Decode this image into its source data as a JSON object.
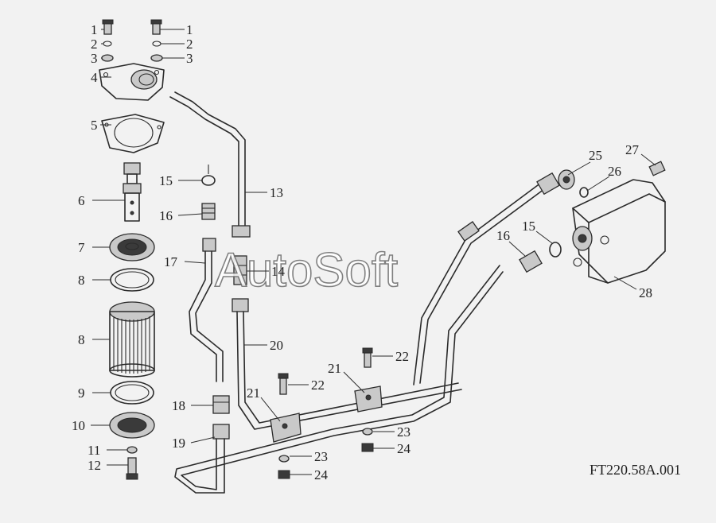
{
  "drawing_code": "FT220.58A.001",
  "watermark": "AutoSoft",
  "callouts": [
    {
      "id": "c1a",
      "text": "1"
    },
    {
      "id": "c1b",
      "text": "1"
    },
    {
      "id": "c2a",
      "text": "2"
    },
    {
      "id": "c2b",
      "text": "2"
    },
    {
      "id": "c3a",
      "text": "3"
    },
    {
      "id": "c3b",
      "text": "3"
    },
    {
      "id": "c4",
      "text": "4"
    },
    {
      "id": "c5",
      "text": "5"
    },
    {
      "id": "c6",
      "text": "6"
    },
    {
      "id": "c7",
      "text": "7"
    },
    {
      "id": "c8a",
      "text": "8"
    },
    {
      "id": "c8b",
      "text": "8"
    },
    {
      "id": "c9",
      "text": "9"
    },
    {
      "id": "c10",
      "text": "10"
    },
    {
      "id": "c11",
      "text": "11"
    },
    {
      "id": "c12",
      "text": "12"
    },
    {
      "id": "c13",
      "text": "13"
    },
    {
      "id": "c14",
      "text": "14"
    },
    {
      "id": "c15a",
      "text": "15"
    },
    {
      "id": "c15b",
      "text": "15"
    },
    {
      "id": "c16a",
      "text": "16"
    },
    {
      "id": "c16b",
      "text": "16"
    },
    {
      "id": "c17",
      "text": "17"
    },
    {
      "id": "c18",
      "text": "18"
    },
    {
      "id": "c19",
      "text": "19"
    },
    {
      "id": "c20",
      "text": "20"
    },
    {
      "id": "c21a",
      "text": "21"
    },
    {
      "id": "c21b",
      "text": "21"
    },
    {
      "id": "c22a",
      "text": "22"
    },
    {
      "id": "c22b",
      "text": "22"
    },
    {
      "id": "c23a",
      "text": "23"
    },
    {
      "id": "c23b",
      "text": "23"
    },
    {
      "id": "c24a",
      "text": "24"
    },
    {
      "id": "c24b",
      "text": "24"
    },
    {
      "id": "c25",
      "text": "25"
    },
    {
      "id": "c26",
      "text": "26"
    },
    {
      "id": "c27",
      "text": "27"
    },
    {
      "id": "c28",
      "text": "28"
    }
  ]
}
